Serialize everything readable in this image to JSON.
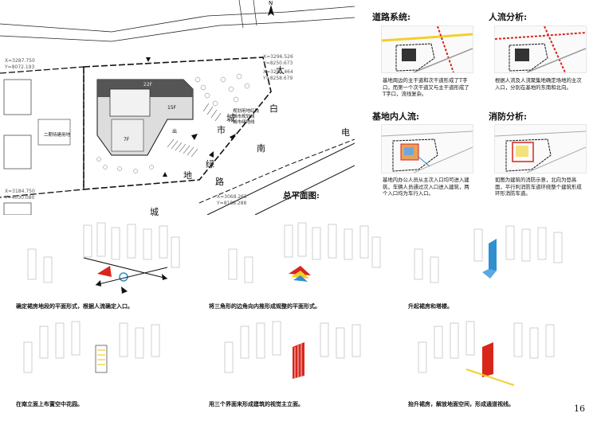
{
  "site_plan": {
    "title": "总平面图:",
    "road_labels": [
      "太",
      "白",
      "南",
      "路",
      "城",
      "市",
      "绿",
      "地",
      "电",
      "城"
    ],
    "coords": [
      "X=3287.750",
      "Y=8072.193",
      "X=3296.526",
      "Y=8250.673",
      "X=3281.464",
      "Y=8258.679",
      "X=3184.750",
      "Y=4030.080",
      "X=3068.265",
      "Y=8188.288"
    ],
    "small_labels": [
      "二期待建用地",
      "规划用地红线",
      "城市规划线",
      "城市绿地线",
      "22F",
      "15F",
      "7F",
      "N",
      "出"
    ]
  },
  "analysis": {
    "road_title": "道路系统:",
    "road_text": "基地周边的主干道和次干道形成了T字口，而第一个次干道又与主干道形成了T字口，流线复杂。",
    "people_title": "人流分析:",
    "people_text": "根据人流及人流聚集地确定场地的主次入口，分别在基地的东南和北向。",
    "inner_title": "基地内人流:",
    "inner_text": "基地内办公人员从主次入口均可进入建筑，车辆人员通过次入口进入建筑，两个入口均为车行入口。",
    "fire_title": "消防分析:",
    "fire_text": "如图为建筑的消防示意，北向为登高面，平行利消防车道环绕整个建筑形成环形消防车道。"
  },
  "diagrams": [
    {
      "caption": "确定裙房地段的平面形式，根据人流确定入口。"
    },
    {
      "caption": "将三角形的边角向内推形成规整的平面形式。"
    },
    {
      "caption": "升起裙房和塔楼。"
    },
    {
      "caption": "在南立面上布置空中花园。"
    },
    {
      "caption": "用三个界面来形成建筑的视觉主立面。"
    },
    {
      "caption": "抬升裙房，解放地面空间，形成通道视线。"
    }
  ],
  "page_number": "16",
  "colors": {
    "red": "#d8261c",
    "blue": "#2f8fcf",
    "yellow": "#f2cf2b",
    "line": "#111111",
    "grey": "#c9c9c9"
  }
}
